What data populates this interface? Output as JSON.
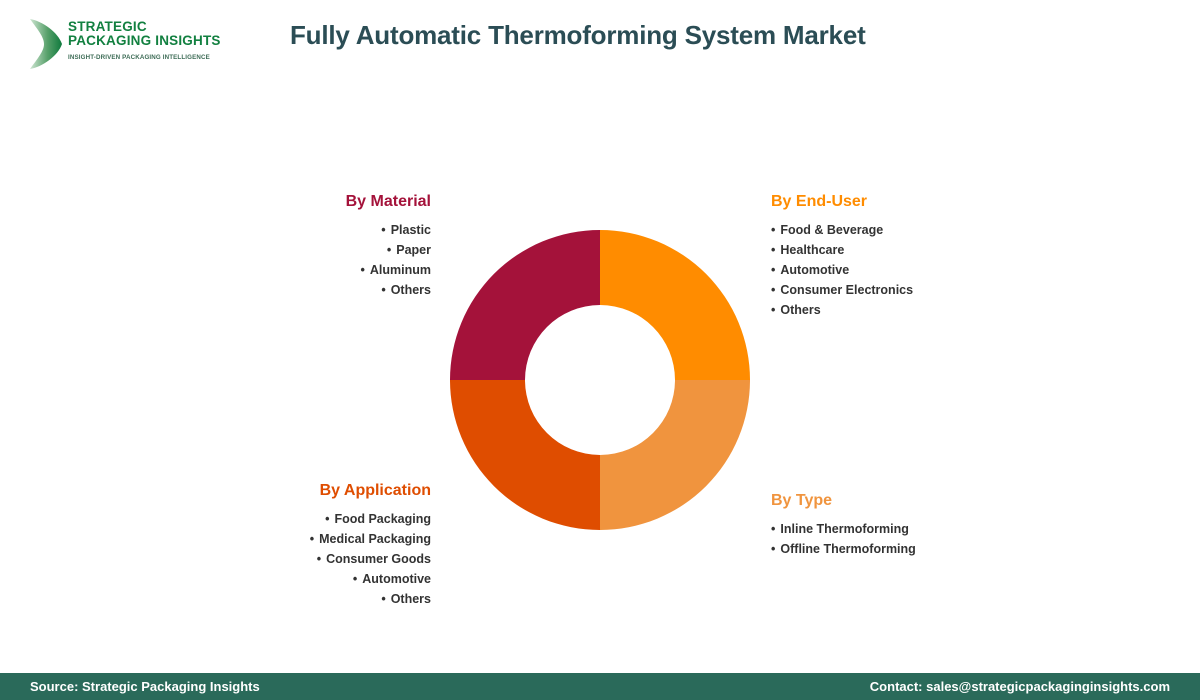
{
  "brand": {
    "logo_line1": "STRATEGIC",
    "logo_line2": "PACKAGING INSIGHTS",
    "logo_tagline": "INSIGHT-DRIVEN PACKAGING INTELLIGENCE",
    "logo_color": "#128040"
  },
  "header": {
    "title": "Fully Automatic Thermoforming System Market",
    "title_color": "#2b4d55"
  },
  "categories": {
    "material": {
      "heading": "By Material",
      "color": "#A4123A",
      "items": [
        "Plastic",
        "Paper",
        "Aluminum",
        "Others"
      ]
    },
    "end_user": {
      "heading": "By End-User",
      "color": "#FF8C00",
      "items": [
        "Food & Beverage",
        "Healthcare",
        "Automotive",
        "Consumer Electronics",
        "Others"
      ]
    },
    "application": {
      "heading": "By Application",
      "color": "#DF4D00",
      "items": [
        "Food Packaging",
        "Medical Packaging",
        "Consumer Goods",
        "Automotive",
        "Others"
      ]
    },
    "type": {
      "heading": "By Type",
      "color": "#F0943E",
      "items": [
        "Inline Thermoforming",
        "Offline Thermoforming"
      ]
    }
  },
  "chart_data": {
    "type": "pie",
    "variant": "donut",
    "title": "Fully Automatic Thermoforming System Market",
    "labels": [
      "By End-User",
      "By Type",
      "By Application",
      "By Material"
    ],
    "values": [
      25,
      25,
      25,
      25
    ],
    "colors": [
      "#FF8C00",
      "#F0943E",
      "#DF4D00",
      "#A4123A"
    ],
    "units": "%",
    "legend": "none",
    "data_labels": false,
    "start_angle_deg": 0,
    "inner_radius_ratio": 0.5,
    "notes": "Four equal quarter segments, each keyed by color to one of the four surrounding segmentation lists."
  },
  "footer": {
    "source": "Source: Strategic Packaging Insights",
    "contact": "Contact: sales@strategicpackaginginsights.com",
    "background_color": "#2a6a5a"
  }
}
